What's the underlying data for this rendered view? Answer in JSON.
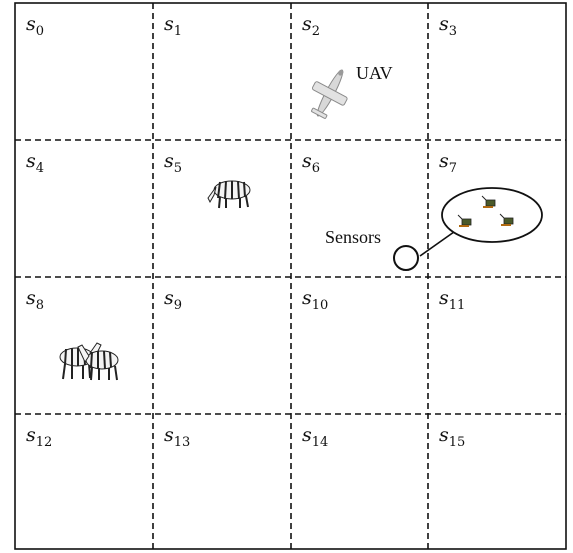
{
  "grid": {
    "rows": 4,
    "cols": 4,
    "cells": [
      {
        "name": "s",
        "sub": "0"
      },
      {
        "name": "s",
        "sub": "1"
      },
      {
        "name": "s",
        "sub": "2"
      },
      {
        "name": "s",
        "sub": "3"
      },
      {
        "name": "s",
        "sub": "4"
      },
      {
        "name": "s",
        "sub": "5"
      },
      {
        "name": "s",
        "sub": "6"
      },
      {
        "name": "s",
        "sub": "7"
      },
      {
        "name": "s",
        "sub": "8"
      },
      {
        "name": "s",
        "sub": "9"
      },
      {
        "name": "s",
        "sub": "10"
      },
      {
        "name": "s",
        "sub": "11"
      },
      {
        "name": "s",
        "sub": "12"
      },
      {
        "name": "s",
        "sub": "13"
      },
      {
        "name": "s",
        "sub": "14"
      },
      {
        "name": "s",
        "sub": "15"
      }
    ]
  },
  "annotations": {
    "uav_label": "UAV",
    "sensors_label": "Sensors"
  },
  "icons": {
    "uav": "uav-aircraft-icon",
    "zebra_single": "zebra-icon",
    "zebra_pair": "zebra-pair-icon",
    "sensor": "sensor-node-icon"
  },
  "colors": {
    "grid_line": "#111111",
    "background": "#ffffff"
  }
}
